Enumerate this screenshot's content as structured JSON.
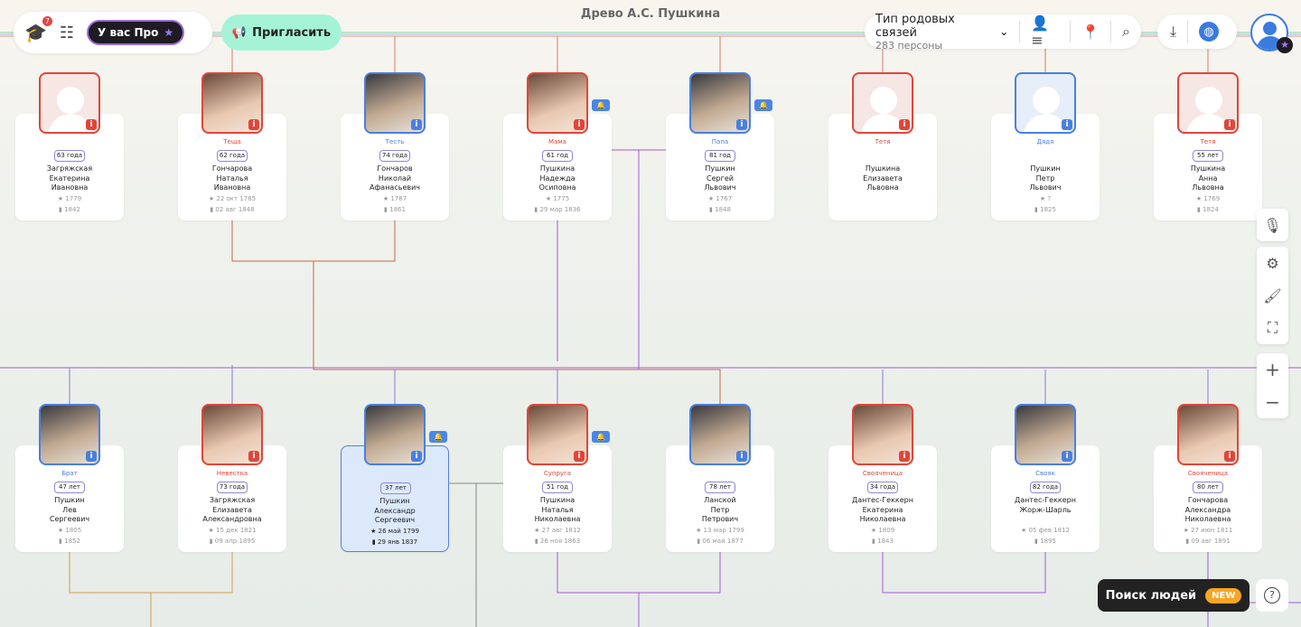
{
  "title": "Древо А.С. Пушкина",
  "toolbar": {
    "notif_count": "7",
    "pro_label": "У вас Про",
    "invite_label": "Пригласить",
    "relation_type": "Тип родовых связей",
    "persons_count": "283 персоны"
  },
  "search_people": {
    "label": "Поиск людей",
    "badge": "NEW"
  },
  "colors": {
    "female": "#e0463a",
    "male": "#4a7fe0",
    "accent": "#7b4fd6"
  },
  "row1": [
    {
      "role": "",
      "age": "63 года",
      "name": [
        "Загряжская",
        "Екатерина",
        "Ивановна"
      ],
      "born": "1779",
      "died": "1842",
      "g": "f",
      "photo": false,
      "bell": false
    },
    {
      "role": "Теща",
      "age": "62 года",
      "name": [
        "Гончарова",
        "Наталья",
        "Ивановна"
      ],
      "born": "22 окт 1785",
      "died": "02 авг 1848",
      "g": "f",
      "photo": true,
      "bell": false
    },
    {
      "role": "Тесть",
      "age": "74 года",
      "name": [
        "Гончаров",
        "Николай",
        "Афанасьевич"
      ],
      "born": "1787",
      "died": "1861",
      "g": "m",
      "photo": true,
      "bell": false
    },
    {
      "role": "Мама",
      "age": "61 год",
      "name": [
        "Пушкина",
        "Надежда",
        "Осиповна"
      ],
      "born": "1775",
      "died": "29 мар 1836",
      "g": "f",
      "photo": true,
      "bell": true
    },
    {
      "role": "Папа",
      "age": "81 год",
      "name": [
        "Пушкин",
        "Сергей",
        "Львович"
      ],
      "born": "1767",
      "died": "1848",
      "g": "m",
      "photo": true,
      "bell": true
    },
    {
      "role": "Тетя",
      "age": "",
      "name": [
        "Пушкина",
        "Елизавета",
        "Львовна"
      ],
      "born": "",
      "died": "",
      "g": "f",
      "photo": false,
      "bell": false
    },
    {
      "role": "Дядя",
      "age": "",
      "name": [
        "Пушкин",
        "Петр",
        "Львович"
      ],
      "born": "?",
      "died": "1825",
      "g": "m",
      "photo": false,
      "bell": false
    },
    {
      "role": "Тетя",
      "age": "55 лет",
      "name": [
        "Пушкина",
        "Анна",
        "Львовна"
      ],
      "born": "1769",
      "died": "1824",
      "g": "f",
      "photo": false,
      "bell": false
    }
  ],
  "row2": [
    {
      "role": "Брат",
      "age": "47 лет",
      "name": [
        "Пушкин",
        "Лев",
        "Сергеевич"
      ],
      "born": "1805",
      "died": "1852",
      "g": "m",
      "photo": true,
      "bell": false
    },
    {
      "role": "Невестка",
      "age": "73 года",
      "name": [
        "Загряжская",
        "Елизавета",
        "Александровна"
      ],
      "born": "15 дек 1821",
      "died": "09 апр 1895",
      "g": "f",
      "photo": true,
      "bell": false
    },
    {
      "role": "",
      "age": "37 лет",
      "name": [
        "Пушкин",
        "Александр",
        "Сергеевич"
      ],
      "born": "26 май 1799",
      "died": "29 янв 1837",
      "g": "m",
      "photo": true,
      "bell": true,
      "self": true
    },
    {
      "role": "Супруга",
      "age": "51 год",
      "name": [
        "Пушкина",
        "Наталья",
        "Николаевна"
      ],
      "born": "27 авг 1812",
      "died": "26 ноя 1863",
      "g": "f",
      "photo": true,
      "bell": true
    },
    {
      "role": "",
      "age": "78 лет",
      "name": [
        "Ланской",
        "Петр",
        "Петрович"
      ],
      "born": "13 мар 1799",
      "died": "06 май 1877",
      "g": "m",
      "photo": true,
      "bell": false
    },
    {
      "role": "Свояченица",
      "age": "34 года",
      "name": [
        "Дантес-Геккерн",
        "Екатерина",
        "Николаевна"
      ],
      "born": "1809",
      "died": "1843",
      "g": "f",
      "photo": true,
      "bell": false
    },
    {
      "role": "Свояк",
      "age": "82 года",
      "name": [
        "Дантес-Геккерн",
        "Жорж-Шарль"
      ],
      "born": "05 фев 1812",
      "died": "1895",
      "g": "m",
      "photo": true,
      "bell": false
    },
    {
      "role": "Свояченица",
      "age": "80 лет",
      "name": [
        "Гончарова",
        "Александра",
        "Николаевна"
      ],
      "born": "27 июн 1811",
      "died": "09 авг 1891",
      "g": "f",
      "photo": true,
      "bell": false
    }
  ]
}
